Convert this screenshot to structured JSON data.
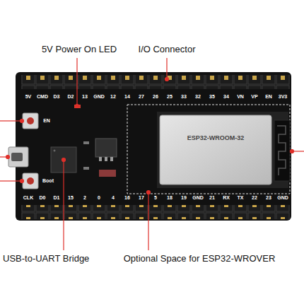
{
  "diagram": {
    "labels": [
      "5V Power On LED",
      "I/O Connector",
      "USB-to-UART Bridge",
      "Optional Space for ESP32-WROVER",
      "5V",
      "CMD",
      "D3",
      "D2",
      "13",
      "GND",
      "12",
      "14",
      "27",
      "26",
      "25",
      "33",
      "32",
      "35",
      "34",
      "VN",
      "VP",
      "EN",
      "3V3",
      "CLK",
      "D0",
      "D1",
      "15",
      "2",
      "0",
      "4",
      "16",
      "17",
      "5",
      "18",
      "19",
      "GND",
      "21",
      "RX",
      "TX",
      "22",
      "23",
      "GND",
      "EN",
      "Boot",
      "ESP32-WROOM-32"
    ]
  }
}
